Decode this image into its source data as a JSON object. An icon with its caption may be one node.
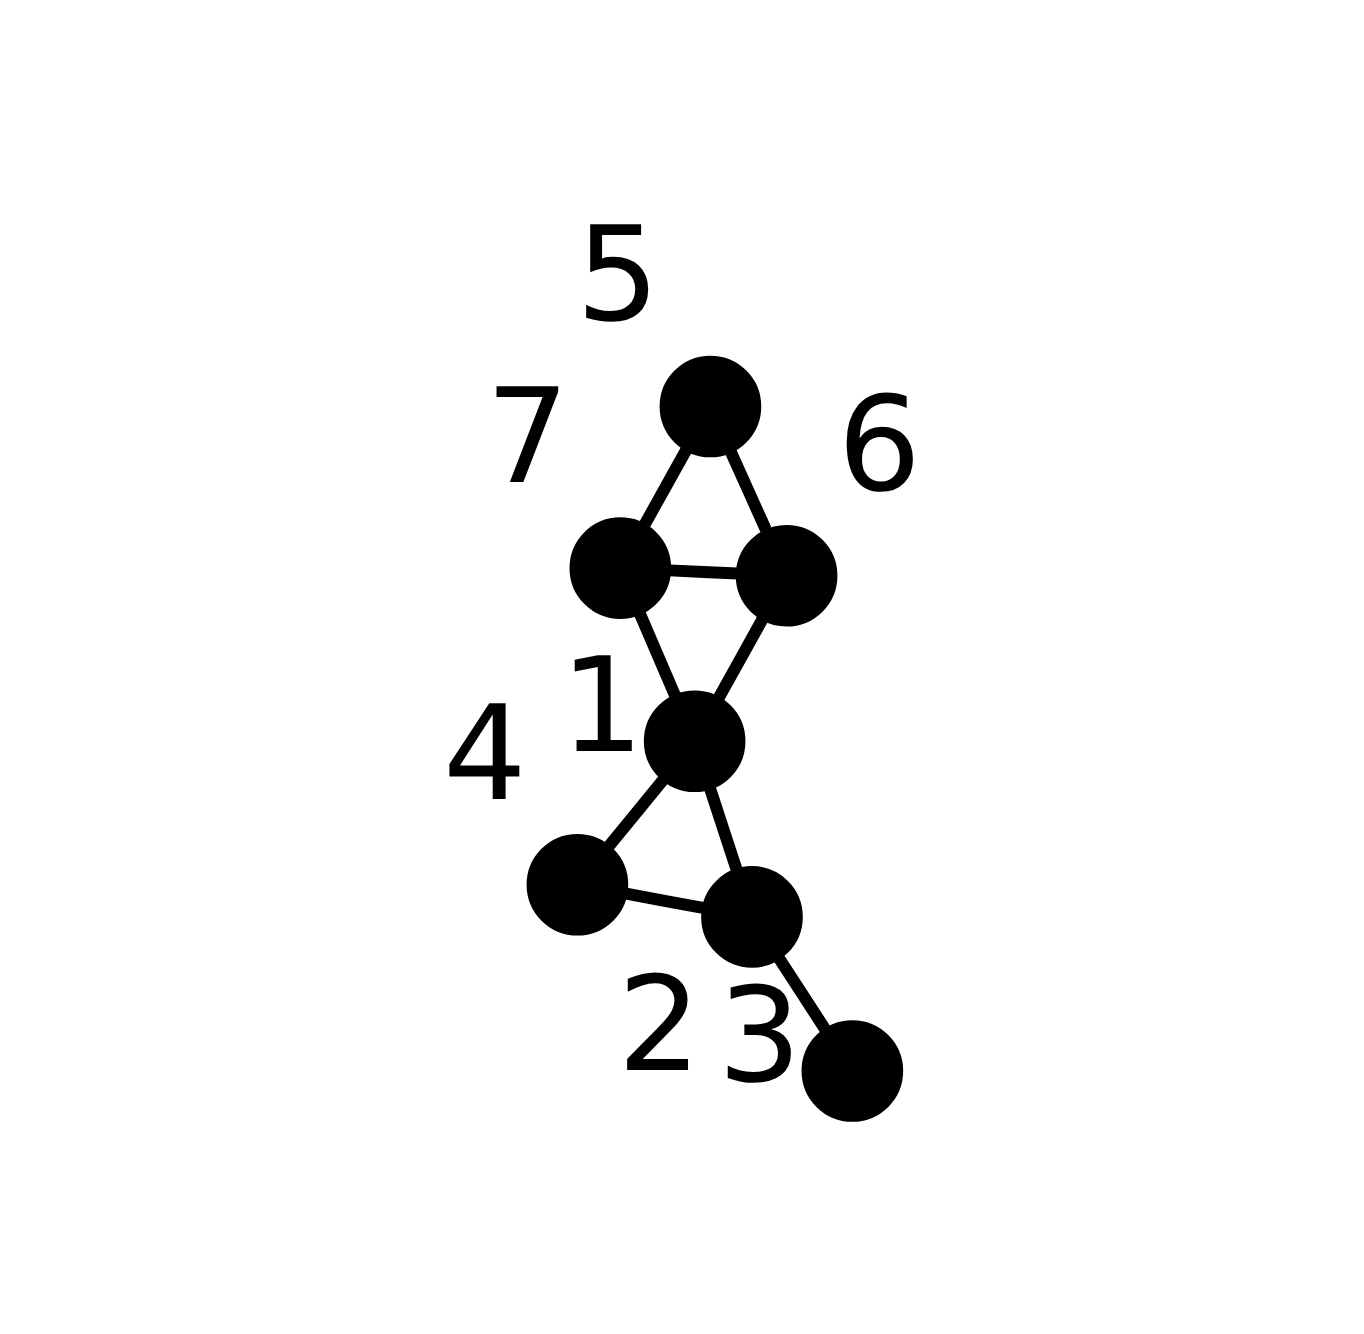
{
  "diagram": {
    "nodes": [
      {
        "text": [],
        "shape": "circle",
        "beside": [
          "5"
        ]
      },
      {
        "text": [],
        "shape": "circle",
        "beside": [
          "6"
        ]
      },
      {
        "text": [],
        "shape": "circle",
        "beside": [
          "3"
        ]
      },
      {
        "text": [],
        "shape": "circle",
        "beside": [
          "7"
        ]
      },
      {
        "text": [],
        "shape": "circle",
        "beside": [
          "1"
        ]
      },
      {
        "text": [],
        "shape": "circle",
        "beside": [
          "2"
        ]
      },
      {
        "text": [],
        "shape": "circle",
        "beside": [
          "4"
        ]
      }
    ],
    "edges": [
      {
        "from": 0,
        "to": 1,
        "arrow": "none"
      },
      {
        "from": 0,
        "to": 3,
        "arrow": "none"
      },
      {
        "from": 1,
        "to": 3,
        "arrow": "none"
      },
      {
        "from": 1,
        "to": 4,
        "arrow": "none"
      },
      {
        "from": 3,
        "to": 4,
        "arrow": "none"
      },
      {
        "from": 4,
        "to": 5,
        "arrow": "none"
      },
      {
        "from": 4,
        "to": 6,
        "arrow": "none"
      },
      {
        "from": 5,
        "to": 6,
        "arrow": "none"
      },
      {
        "from": 5,
        "to": 2,
        "arrow": "none"
      }
    ]
  }
}
